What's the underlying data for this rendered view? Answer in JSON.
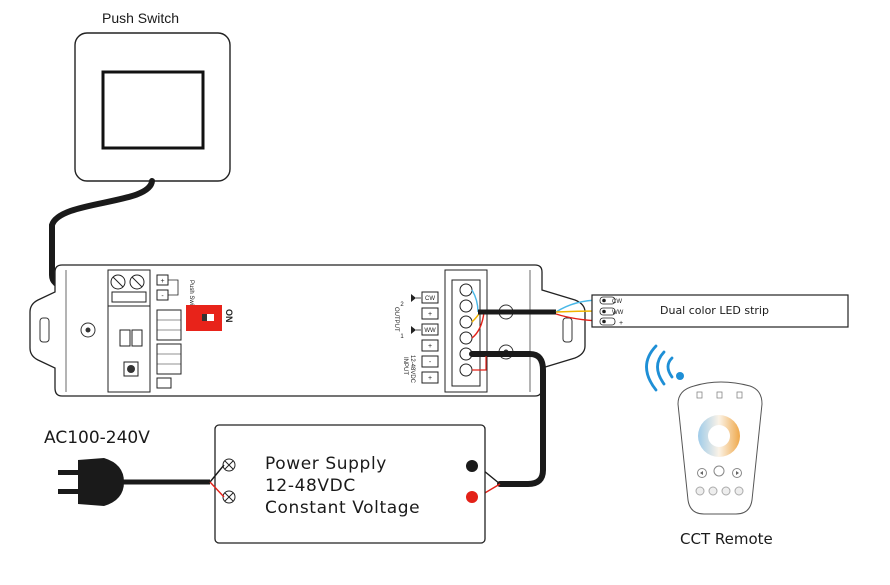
{
  "labels": {
    "push_switch": "Push Switch",
    "ac_input": "AC100-240V",
    "power_supply_line1": "Power Supply",
    "power_supply_line2": "12-48VDC",
    "power_supply_line3": "Constant Voltage",
    "led_strip": "Dual color LED strip",
    "cct_remote": "CCT Remote"
  },
  "controller": {
    "dip_on_label": "ON",
    "switch_terminal_label": "Push Switch",
    "terminal_signs": [
      "+",
      "-"
    ],
    "output_channels": [
      "CW",
      "WW"
    ],
    "output_numbers": [
      "2",
      "1"
    ],
    "output_signs": [
      "+",
      "+"
    ],
    "output_label": "OUTPUT",
    "input_label": "INPUT",
    "input_voltage": "12-48VDC",
    "input_signs": [
      "-",
      "+"
    ]
  },
  "led_strip_pins": [
    "CW",
    "WW",
    "+"
  ],
  "colors": {
    "cable_black": "#1a1a1a",
    "wire_red": "#e32118",
    "wire_blue": "#49b8e8",
    "wire_yellow": "#f0b400",
    "dip_red": "#e8231a",
    "remote_wheel": "#e9a54e",
    "wifi_blue": "#1e8fd6"
  },
  "icons": [
    "wifi-signal-icon",
    "ac-plug-icon"
  ]
}
